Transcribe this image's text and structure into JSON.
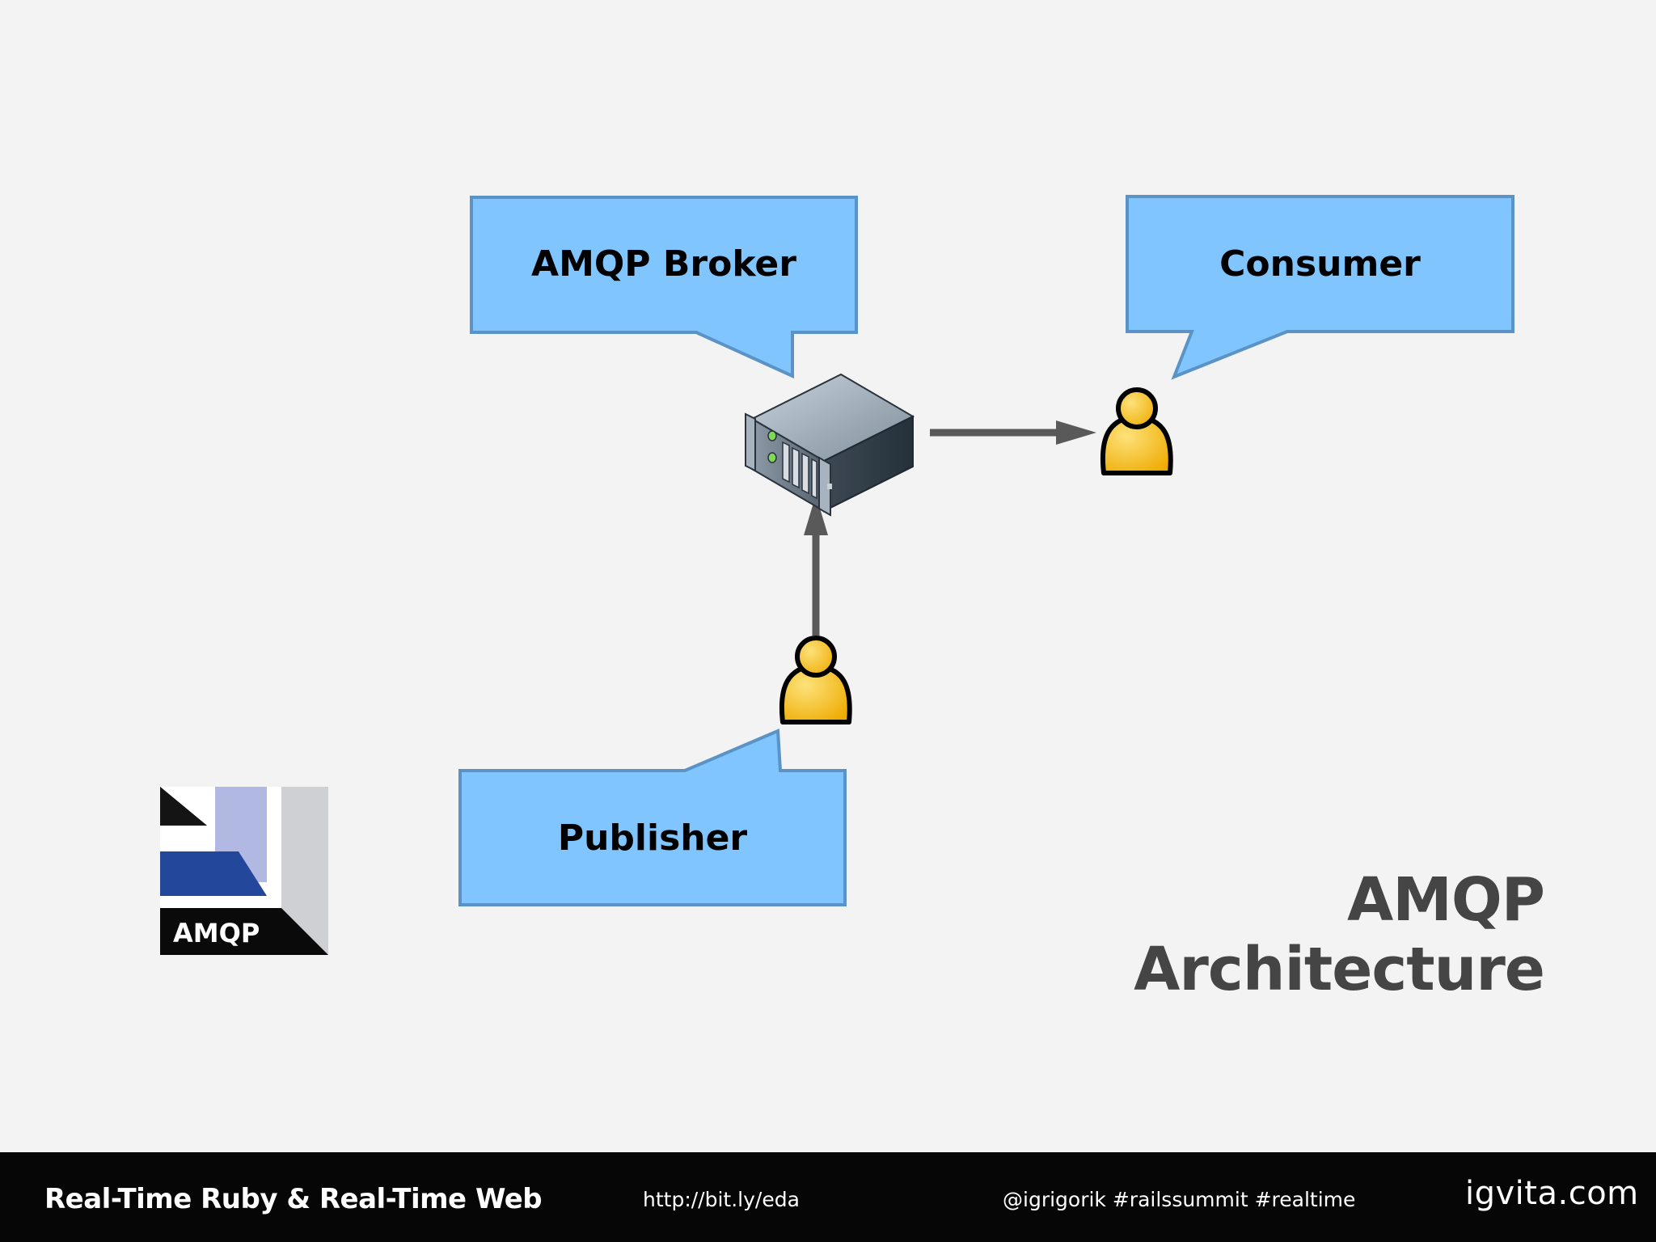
{
  "diagram": {
    "title": "AMQP Architecture",
    "nodes": [
      {
        "id": "broker",
        "label": "AMQP Broker",
        "icon": "server-icon"
      },
      {
        "id": "consumer",
        "label": "Consumer",
        "icon": "user-icon"
      },
      {
        "id": "publisher",
        "label": "Publisher",
        "icon": "user-icon"
      }
    ],
    "edges": [
      {
        "from": "publisher",
        "to": "broker"
      },
      {
        "from": "broker",
        "to": "consumer"
      }
    ],
    "colors": {
      "callout_fill": "#80c5fd",
      "callout_border": "#5b93c7",
      "arrow": "#595959",
      "user_fill": "#f8c21a",
      "background": "#f3f3f4"
    }
  },
  "logo": {
    "text": "AMQP",
    "icon": "amqp-logo"
  },
  "footer": {
    "title": "Real-Time Ruby & Real-Time Web",
    "link": "http://bit.ly/eda",
    "tags": "@igrigorik #railssummit #realtime",
    "brand": "igvita.com"
  }
}
